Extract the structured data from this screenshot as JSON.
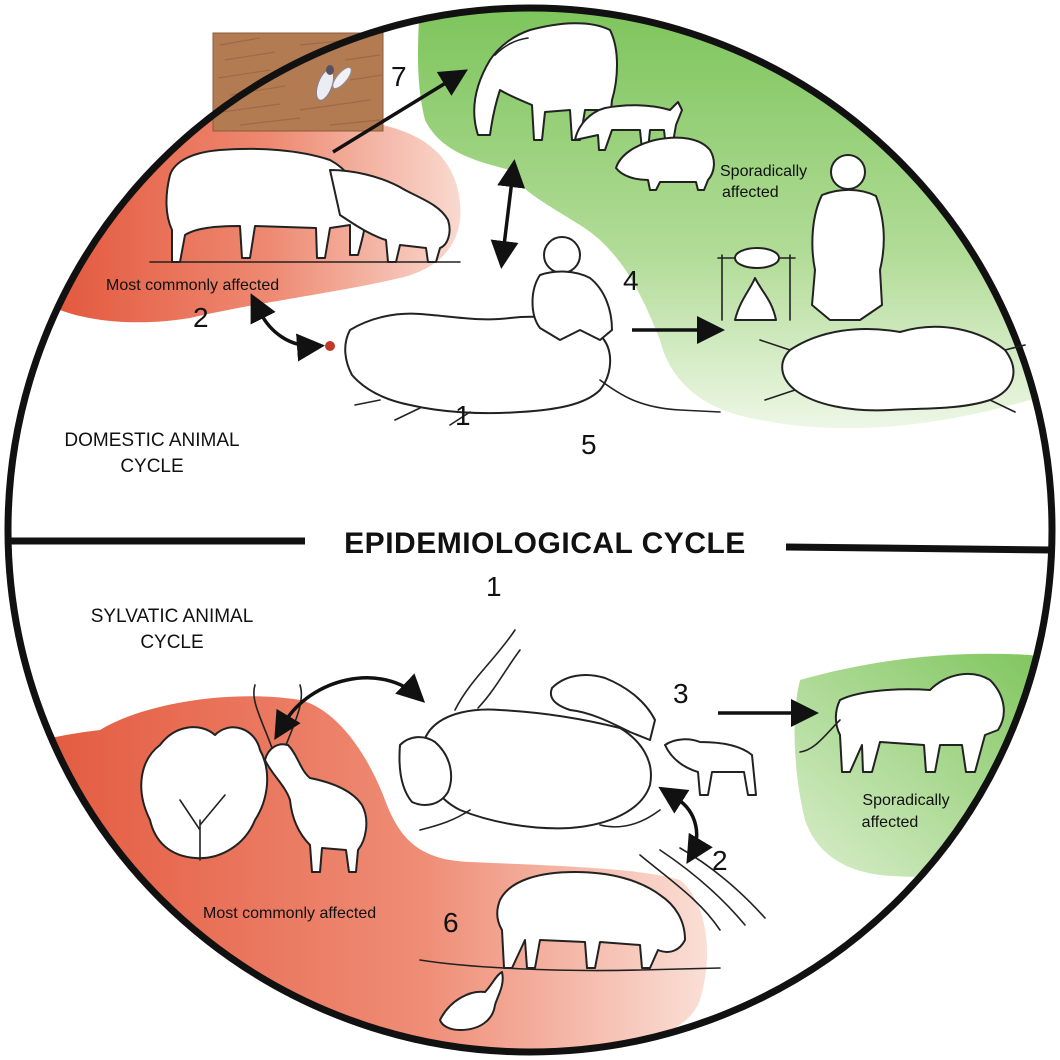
{
  "title": "EPIDEMIOLOGICAL CYCLE",
  "domestic": {
    "cycle_label": [
      "DOMESTIC ANIMAL",
      "CYCLE"
    ],
    "most_affected": "Most commonly affected",
    "sporadic": [
      "Sporadically",
      "affected"
    ]
  },
  "sylvatic": {
    "cycle_label": [
      "SYLVATIC ANIMAL",
      "CYCLE"
    ],
    "most_affected": "Most commonly affected",
    "sporadic": [
      "Sporadically",
      "affected"
    ]
  },
  "numbers": {
    "d_fly": "7",
    "d_cattle": "2",
    "d_man": "4",
    "d_carcass": "1",
    "d_blood": "5",
    "s_top": "1",
    "s_scavengers": "3",
    "s_water": "2",
    "s_buffalo": "6"
  },
  "colors": {
    "most_affected": "#e2553a",
    "sporadic": "#7cc45a",
    "ink": "#111111"
  }
}
